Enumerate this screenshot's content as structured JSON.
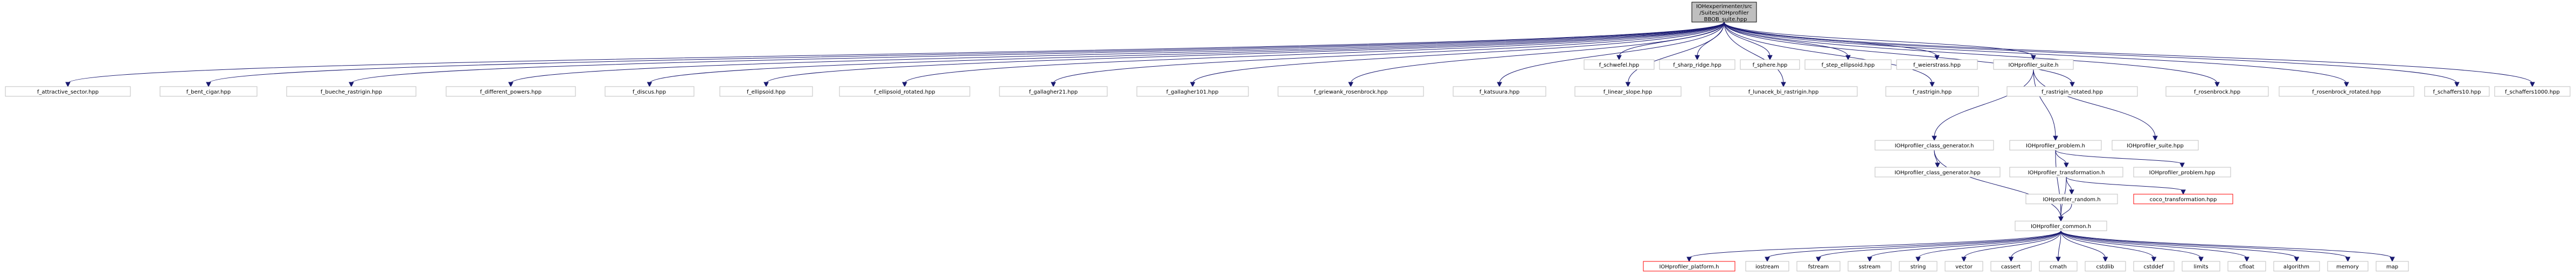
{
  "colors": {
    "edge": "#191970",
    "node_border": "#bfbfbf",
    "root_fill": "#bfbfbf",
    "external_border": "#ff0000"
  },
  "nodes": {
    "root": [
      "IOHexperimenter/src",
      "/Suites/IOHprofiler",
      "_BBOB_suite.hpp"
    ],
    "f_attractive_sector": "f_attractive_sector.hpp",
    "f_bent_cigar": "f_bent_cigar.hpp",
    "f_bueche_rastrigin": "f_bueche_rastrigin.hpp",
    "f_different_powers": "f_different_powers.hpp",
    "f_discus": "f_discus.hpp",
    "f_ellipsoid": "f_ellipsoid.hpp",
    "f_ellipsoid_rotated": "f_ellipsoid_rotated.hpp",
    "f_gallagher21": "f_gallagher21.hpp",
    "f_gallagher101": "f_gallagher101.hpp",
    "f_griewank_rosenbrock": "f_griewank_rosenbrock.hpp",
    "f_katsuura": "f_katsuura.hpp",
    "f_linear_slope": "f_linear_slope.hpp",
    "f_lunacek_bi_rastrigin": "f_lunacek_bi_rastrigin.hpp",
    "f_rastrigin": "f_rastrigin.hpp",
    "f_rastrigin_rotated": "f_rastrigin_rotated.hpp",
    "f_rosenbrock": "f_rosenbrock.hpp",
    "f_rosenbrock_rotated": "f_rosenbrock_rotated.hpp",
    "f_schaffers10": "f_schaffers10.hpp",
    "f_schaffers1000": "f_schaffers1000.hpp",
    "f_schwefel": "f_schwefel.hpp",
    "f_sharp_ridge": "f_sharp_ridge.hpp",
    "f_sphere": "f_sphere.hpp",
    "f_step_ellipsoid": "f_step_ellipsoid.hpp",
    "f_weierstrass": "f_weierstrass.hpp",
    "suite_h": "IOHprofiler_suite.h",
    "class_generator_h": "IOHprofiler_class_generator.h",
    "problem_h": "IOHprofiler_problem.h",
    "suite_hpp": "IOHprofiler_suite.hpp",
    "class_generator_hpp": "IOHprofiler_class_generator.hpp",
    "transformation_h": "IOHprofiler_transformation.h",
    "problem_hpp": "IOHprofiler_problem.hpp",
    "random_h": "IOHprofiler_random.h",
    "coco_transformation": "coco_transformation.hpp",
    "common_h": "IOHprofiler_common.h",
    "platform_h": "IOHprofiler_platform.h",
    "iostream": "iostream",
    "fstream": "fstream",
    "sstream": "sstream",
    "string": "string",
    "vector": "vector",
    "cassert": "cassert",
    "cmath": "cmath",
    "cstdlib": "cstdlib",
    "cstddef": "cstddef",
    "limits": "limits",
    "cfloat": "cfloat",
    "algorithm": "algorithm",
    "memory": "memory",
    "map": "map"
  }
}
